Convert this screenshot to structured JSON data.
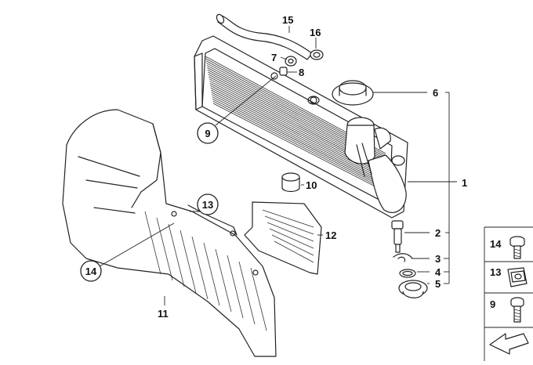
{
  "callouts": {
    "c15": "15",
    "c16": "16",
    "c7": "7",
    "c8": "8",
    "c6": "6",
    "c9": "9",
    "c10": "10",
    "c1": "1",
    "c13": "13",
    "c12": "12",
    "c2": "2",
    "c14": "14",
    "c3": "3",
    "c4": "4",
    "c5": "5",
    "c11": "11"
  },
  "sidebar": {
    "items": [
      {
        "label": "14",
        "icon": "bolt-icon"
      },
      {
        "label": "13",
        "icon": "clip-nut-icon"
      },
      {
        "label": "9",
        "icon": "screw-icon"
      }
    ],
    "bottom_icon": "arrow-icon"
  }
}
